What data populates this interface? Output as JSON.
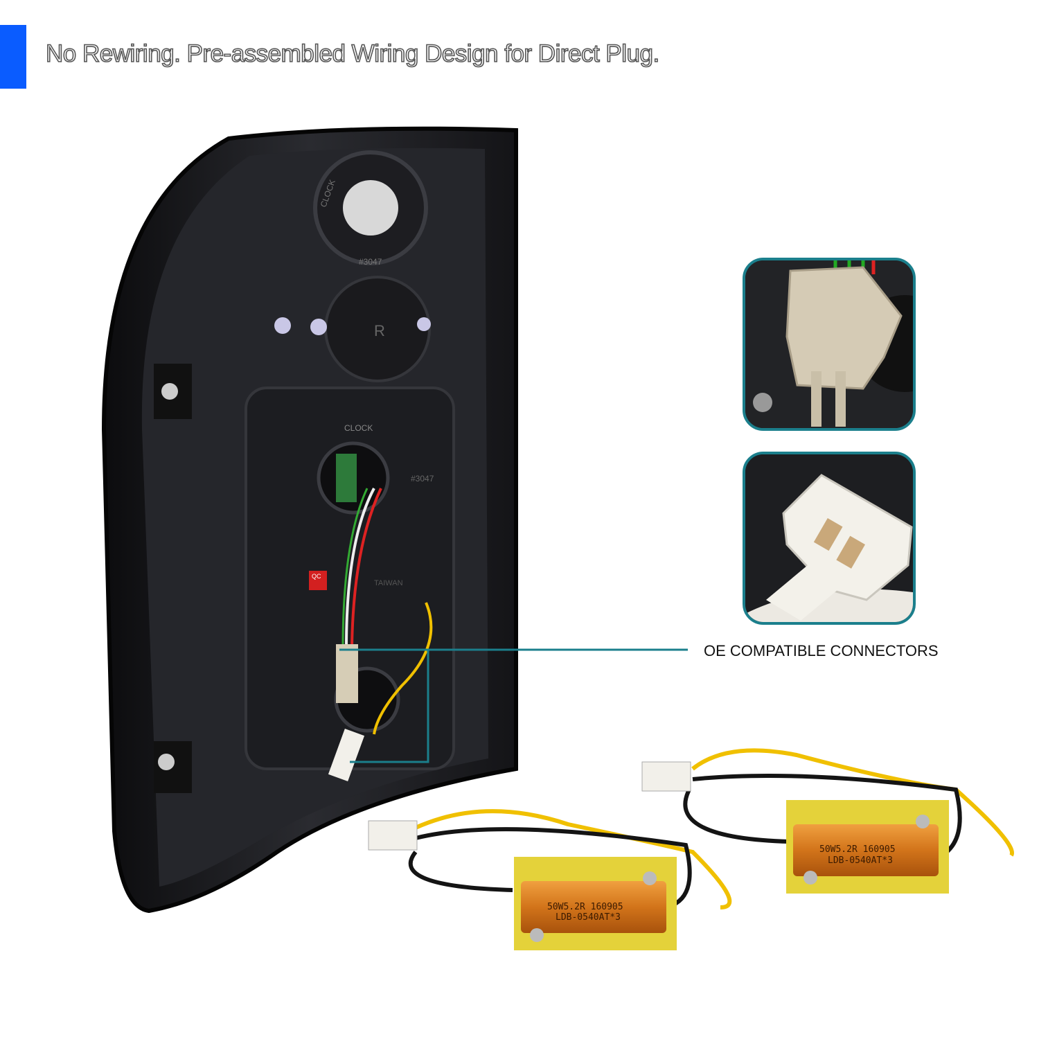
{
  "header": {
    "accent_color": "#0a5cff",
    "title": "No Rewiring. Pre-assembled Wiring Design for Direct Plug."
  },
  "tail_light": {
    "markings": [
      "CLOCK",
      "#3047",
      "R",
      "CLOCK",
      "#3047",
      "QC",
      "TAIWAN"
    ]
  },
  "callout": {
    "label": "OE COMPATIBLE CONNECTORS",
    "line_color": "#1b7f8c"
  },
  "insets": [
    {
      "name": "beige-connector-closeup"
    },
    {
      "name": "white-connector-closeup"
    }
  ],
  "resistors": [
    {
      "line1": "50W5.2R  160905",
      "line2": "LDB-0540AT*3"
    },
    {
      "line1": "50W5.2R  160905",
      "line2": "LDB-0540AT*3"
    }
  ]
}
